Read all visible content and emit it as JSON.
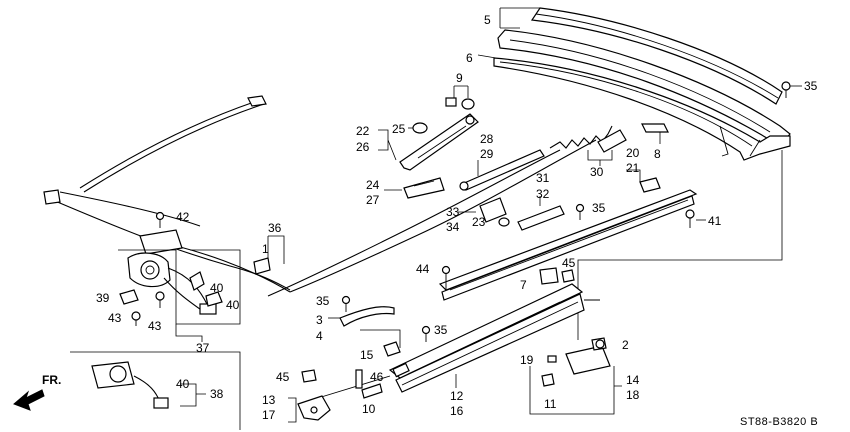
{
  "diagram_code": "ST88-B3820 B",
  "direction_label": "FR.",
  "callouts": {
    "c1": "1",
    "c2": "2",
    "c3": "3",
    "c4": "4",
    "c5": "5",
    "c6": "6",
    "c7": "7",
    "c8": "8",
    "c9": "9",
    "c10": "10",
    "c11": "11",
    "c12": "12",
    "c13": "13",
    "c14": "14",
    "c15": "15",
    "c16": "16",
    "c17": "17",
    "c18": "18",
    "c19": "19",
    "c20": "20",
    "c21": "21",
    "c22": "22",
    "c23": "23",
    "c24": "24",
    "c25": "25",
    "c26": "26",
    "c27": "27",
    "c28": "28",
    "c29": "29",
    "c30": "30",
    "c31": "31",
    "c32": "32",
    "c33": "33",
    "c34": "34",
    "c35": "35",
    "c36": "36",
    "c37": "37",
    "c38": "38",
    "c39": "39",
    "c40": "40",
    "c41": "41",
    "c42": "42",
    "c43": "43",
    "c44": "44",
    "c45": "45",
    "c46": "46"
  }
}
